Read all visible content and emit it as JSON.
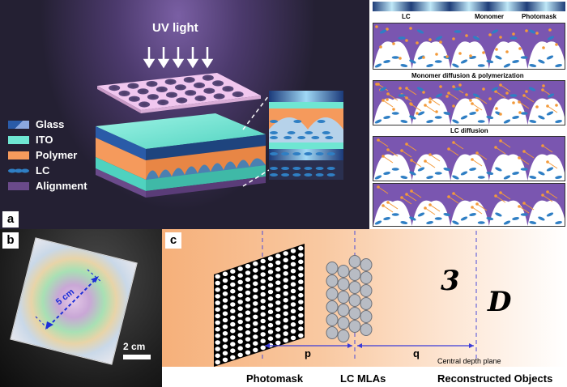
{
  "panel_a": {
    "label": "a",
    "uv_label": "UV light",
    "legend": [
      "Glass",
      "ITO",
      "Polymer",
      "LC",
      "Alignment"
    ]
  },
  "panel_steps": {
    "photomask_label": "Photomask",
    "lc_label": "LC",
    "monomer_label": "Monomer",
    "diffusion_label": "Monomer diffusion & polymerization",
    "lc_diffusion_label": "LC diffusion"
  },
  "panel_b": {
    "label": "b",
    "dimension": "5 cm",
    "scale_bar": "2 cm"
  },
  "panel_c": {
    "label": "c",
    "p_label": "p",
    "q_label": "q",
    "depth_plane": "Central depth plane",
    "glyph_3": "3",
    "glyph_d": "D",
    "bottom_labels": [
      "Photomask",
      "LC MLAs",
      "Reconstructed Objects"
    ]
  },
  "colors": {
    "ito": "#6fe6d2",
    "polymer": "#f59a5c",
    "lc": "#2f7fc4",
    "alignment": "#6a4a8a",
    "glass": "#2a5ba8"
  }
}
